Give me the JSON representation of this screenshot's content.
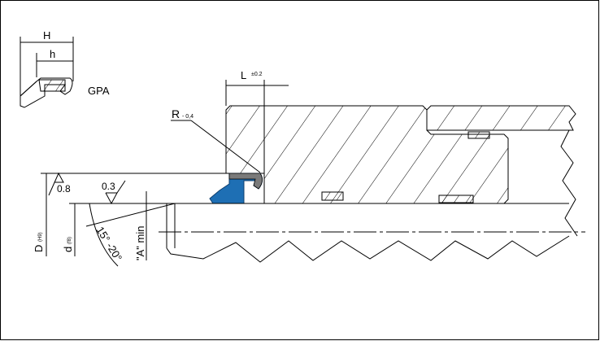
{
  "drawing": {
    "inset": {
      "dim_H": "H",
      "dim_h": "h",
      "profile_label": "GPA"
    },
    "dimensions": {
      "L": "L",
      "L_tol": "±0.2",
      "R": "R",
      "R_tol": "- 0,4",
      "D": "D",
      "D_fit": "(H9)",
      "d": "d",
      "d_fit": "(f8)",
      "A_min": "\"A\" min",
      "angle": "15° -20°"
    },
    "surface_finish": {
      "bore": "0.8",
      "rod": "0.3"
    },
    "colors": {
      "seal": "#1e6fb4",
      "seal_dark": "#0f3f6e",
      "insert": "#7a7a7a"
    }
  }
}
